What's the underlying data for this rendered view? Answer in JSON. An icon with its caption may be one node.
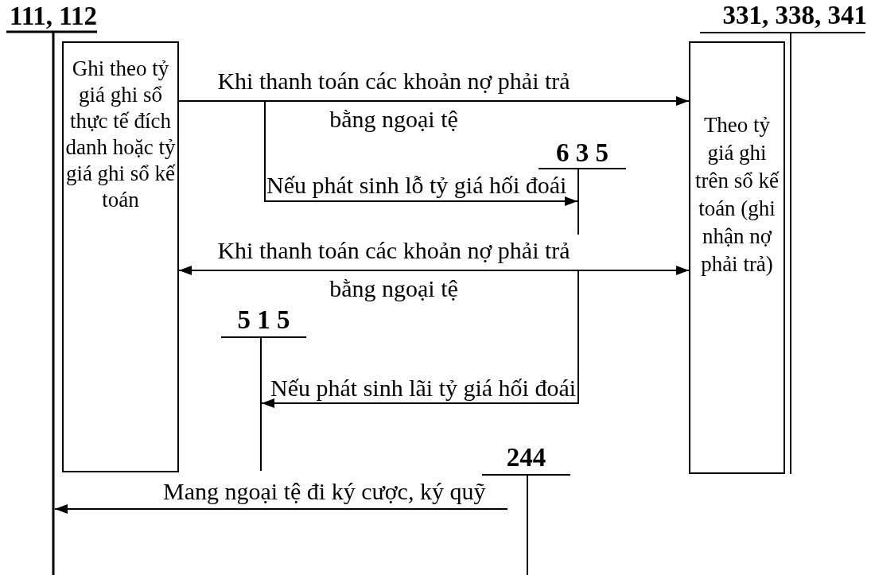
{
  "diagram": {
    "nodes": [
      {
        "text": [
          "111, 112"
        ]
      },
      {
        "text": [
          "Ghi theo tỷ giá ghi sổ thực tế đích danh hoặc tỷ giá ghi sổ kế toán"
        ]
      },
      {
        "text": [
          "331, 338, 341"
        ]
      },
      {
        "text": [
          "Theo tỷ giá ghi trên sổ kế toán (ghi nhận nợ phải trả)"
        ]
      },
      {
        "text": [
          "6 3 5"
        ]
      },
      {
        "text": [
          "5 1 5"
        ]
      },
      {
        "text": [
          "244"
        ]
      }
    ],
    "edges": [
      {
        "from": 1,
        "to": 3,
        "arrow": "to",
        "label": "Khi thanh toán các khoản nợ phải trả bằng ngoại tệ"
      },
      {
        "from": 1,
        "to": 4,
        "arrow": "to",
        "label": "Nếu phát sinh lỗ tỷ giá hối đoái"
      },
      {
        "from": 1,
        "to": 3,
        "arrow": "both",
        "label": "Khi thanh toán các khoản nợ phải trả bằng ngoại tệ"
      },
      {
        "from": 3,
        "to": 5,
        "arrow": "to",
        "label": "Nếu phát sinh lãi tỷ giá hối đoái"
      },
      {
        "from": 6,
        "to": 0,
        "arrow": "to",
        "label": "Mang ngoại tệ đi ký cược, ký quỹ"
      }
    ]
  }
}
